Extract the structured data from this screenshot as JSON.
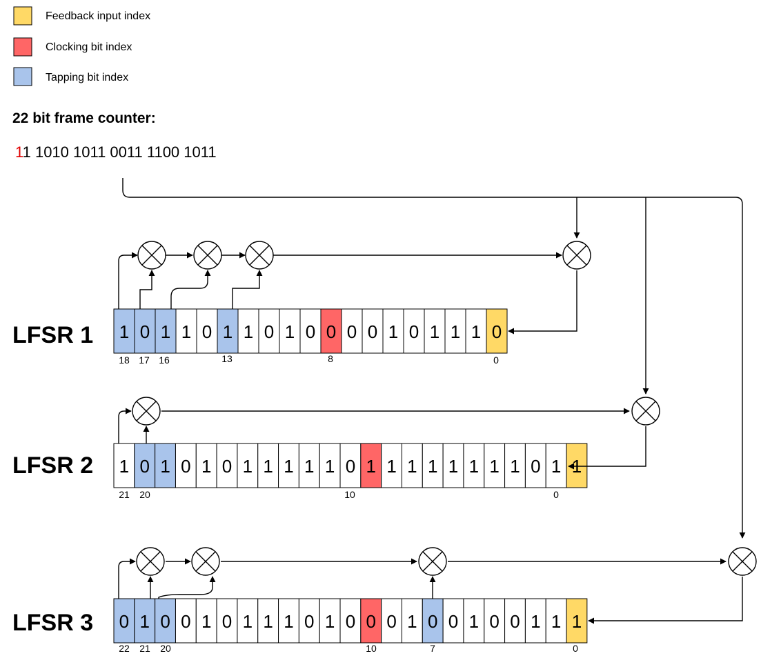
{
  "legend": [
    {
      "label": "Feedback input index",
      "color": "#ffd966"
    },
    {
      "label": "Clocking bit index",
      "color": "#ff6666"
    },
    {
      "label": "Tapping bit index",
      "color": "#a9c4eb"
    }
  ],
  "frame_counter": {
    "title": "22 bit frame counter:",
    "highlight": "1",
    "highlight_color": "#e00000",
    "rest": "1 1010 1011 0011 1100 1011"
  },
  "lfsrs": [
    {
      "label": "LFSR 1",
      "bits": [
        "1",
        "0",
        "1",
        "1",
        "0",
        "1",
        "1",
        "0",
        "1",
        "0",
        "0",
        "0",
        "0",
        "1",
        "0",
        "1",
        "1",
        "1",
        "0"
      ],
      "tap_indices": [
        "18",
        "17",
        "16",
        "13"
      ],
      "clock_index": "8",
      "feedback_index": "0"
    },
    {
      "label": "LFSR 2",
      "bits": [
        "1",
        "0",
        "1",
        "0",
        "1",
        "0",
        "1",
        "1",
        "1",
        "1",
        "1",
        "0",
        "1",
        "1",
        "1",
        "1",
        "1",
        "1",
        "1",
        "1",
        "0",
        "1",
        "1"
      ],
      "tap_indices": [
        "21",
        "20"
      ],
      "clock_index": "10",
      "feedback_index": "0"
    },
    {
      "label": "LFSR 3",
      "bits": [
        "0",
        "1",
        "0",
        "0",
        "1",
        "0",
        "1",
        "1",
        "1",
        "0",
        "1",
        "0",
        "0",
        "0",
        "1",
        "0",
        "0",
        "1",
        "0",
        "0",
        "1",
        "1",
        "1"
      ],
      "tap_indices": [
        "22",
        "21",
        "20",
        "7"
      ],
      "clock_index": "10",
      "feedback_index": "0"
    }
  ],
  "colors": {
    "feedback": "#ffd966",
    "clocking": "#ff6666",
    "tapping": "#a9c4eb",
    "cell_default": "#ffffff",
    "line": "#000000"
  }
}
